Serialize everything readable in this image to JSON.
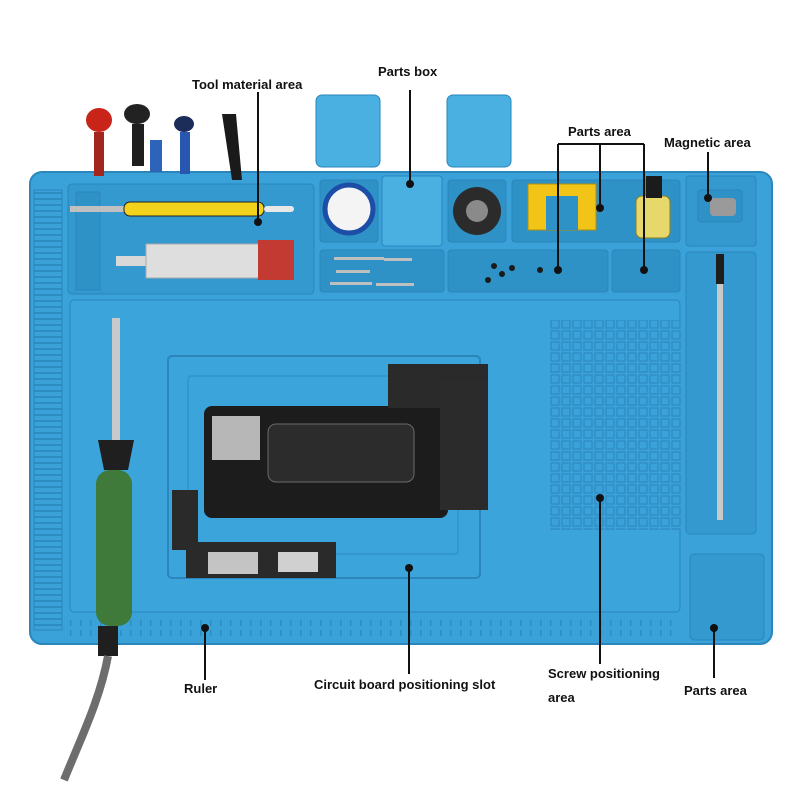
{
  "labels": {
    "tool_material_area": "Tool material area",
    "parts_box": "Parts box",
    "parts_area_top": "Parts area",
    "magnetic_area": "Magnetic area",
    "ruler": "Ruler",
    "circuit_board_slot": "Circuit board positioning slot",
    "screw_positioning_line1": "Screw positioning",
    "screw_positioning_line2": "area",
    "parts_area_bottom": "Parts area"
  },
  "colors": {
    "mat": "#3aa2d8",
    "mat_dark": "#2d8cc2",
    "mat_light": "#5cb6e4",
    "callout_line": "#111111",
    "callout_dot": "#111111"
  },
  "items": {
    "icons": [
      "screwdriver-icon",
      "soldering-iron-icon",
      "glue-tube-icon",
      "phone-board-icon",
      "spudger-icon",
      "magnet-icon",
      "solder-paste-icon",
      "tape-roll-icon",
      "flux-bottle-icon"
    ]
  }
}
